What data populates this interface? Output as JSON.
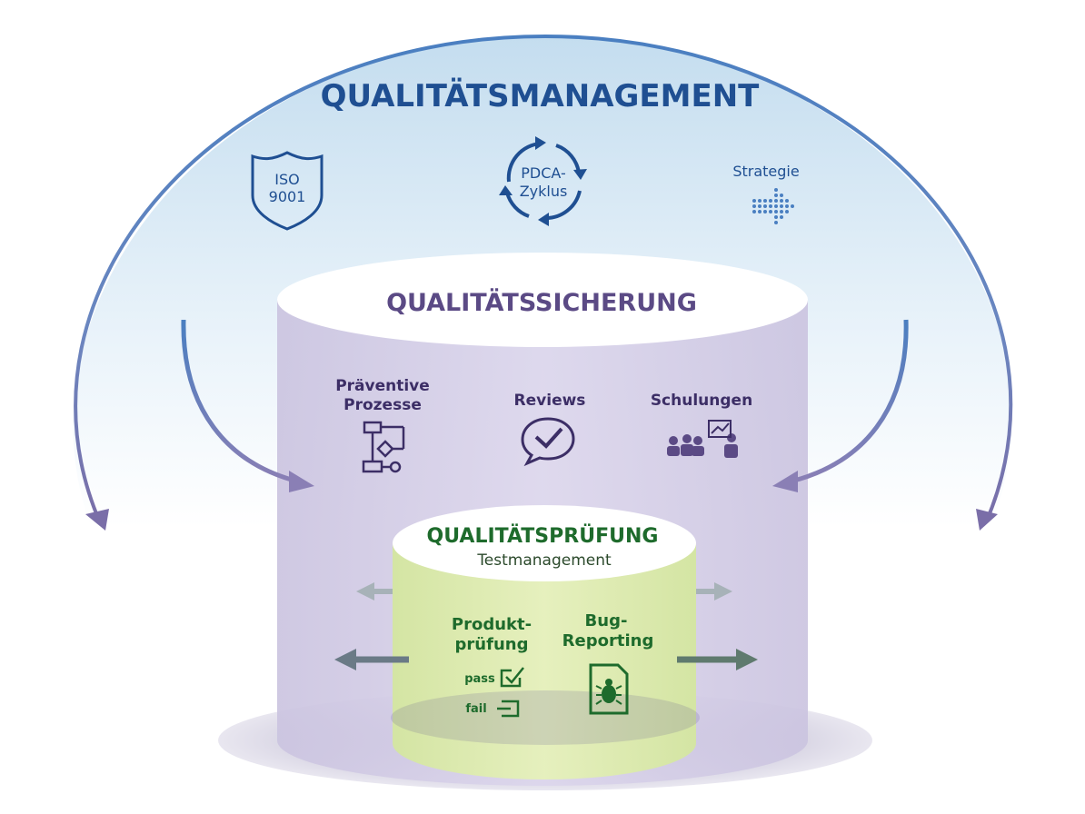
{
  "management": {
    "title": "QUALITÄTSMANAGEMENT",
    "iso_line1": "ISO",
    "iso_line2": "9001",
    "pdca_line1": "PDCA-",
    "pdca_line2": "Zyklus",
    "strategy": "Strategie"
  },
  "assurance": {
    "title": "QUALITÄTSSICHERUNG",
    "preventive_line1": "Präventive",
    "preventive_line2": "Prozesse",
    "reviews": "Reviews",
    "trainings": "Schulungen"
  },
  "testing": {
    "title": "QUALITÄTSPRÜFUNG",
    "subtitle": "Testmanagement",
    "product_line1": "Produkt-",
    "product_line2": "prüfung",
    "bug_line1": "Bug-",
    "bug_line2": "Reporting",
    "pass": "pass",
    "fail": "fail"
  },
  "colors": {
    "management": "#1f4f92",
    "assurance": "#5b4a85",
    "testing": "#1e6b2c"
  }
}
